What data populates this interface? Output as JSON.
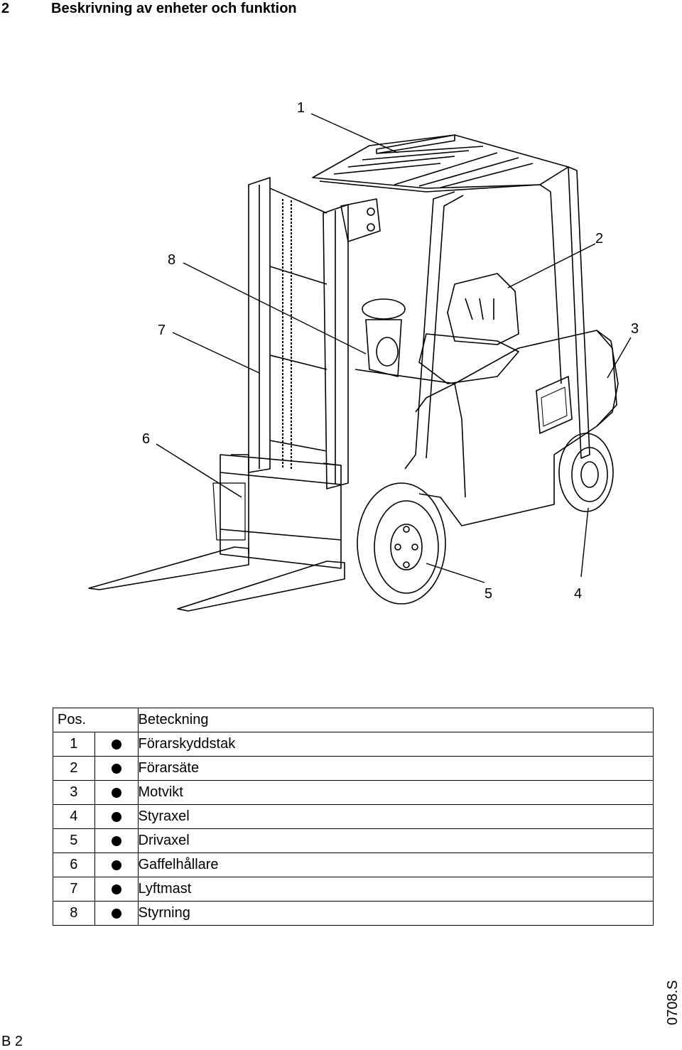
{
  "heading": {
    "number": "2",
    "title": "Beskrivning av enheter och funktion"
  },
  "figure": {
    "callouts": [
      "1",
      "2",
      "3",
      "4",
      "5",
      "6",
      "7",
      "8"
    ]
  },
  "table": {
    "header_pos": "Pos.",
    "header_name": "Beteckning",
    "rows": [
      {
        "pos": "1",
        "name": "Förarskyddstak"
      },
      {
        "pos": "2",
        "name": "Förarsäte"
      },
      {
        "pos": "3",
        "name": "Motvikt"
      },
      {
        "pos": "4",
        "name": "Styraxel"
      },
      {
        "pos": "5",
        "name": "Drivaxel"
      },
      {
        "pos": "6",
        "name": "Gaffelhållare"
      },
      {
        "pos": "7",
        "name": "Lyftmast"
      },
      {
        "pos": "8",
        "name": "Styrning"
      }
    ]
  },
  "footer": {
    "page": "B 2",
    "code": "0708.S"
  }
}
